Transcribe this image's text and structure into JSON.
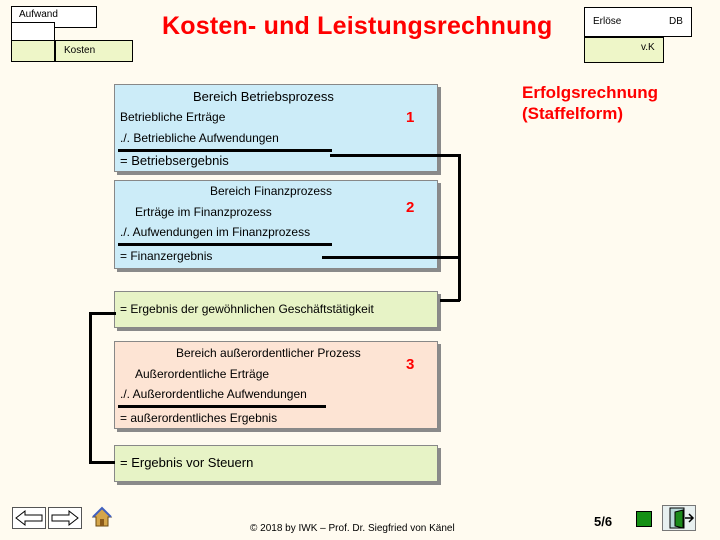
{
  "header": {
    "title": "Kosten- und Leistungsrechnung",
    "nav": {
      "aufwand": "Aufwand",
      "kosten": "Kosten",
      "erloese": "Erlöse",
      "db": "DB",
      "vk": "v.K"
    }
  },
  "side_heading": {
    "line1": "Erfolgsrechnung",
    "line2": "(Staffelform)"
  },
  "sections": {
    "betrieb": {
      "heading": "Bereich Betriebsprozess",
      "ertraege": "Betriebliche Erträge",
      "number": "1",
      "aufwendungen": "./. Betriebliche Aufwendungen",
      "ergebnis": "=  Betriebsergebnis"
    },
    "finanz": {
      "heading": "Bereich Finanzprozess",
      "ertraege": "Erträge im Finanzprozess",
      "number": "2",
      "aufwendungen": "./. Aufwendungen im Finanzprozess",
      "ergebnis": "=  Finanzergebnis"
    },
    "gewoehnlich": {
      "ergebnis": "= Ergebnis der gewöhnlichen Geschäftstätigkeit"
    },
    "ausserordentlich": {
      "heading": "Bereich außerordentlicher Prozess",
      "ertraege": "Außerordentliche Erträge",
      "number": "3",
      "aufwendungen": "./. Außerordentliche Aufwendungen",
      "ergebnis": "=  außerordentliches Ergebnis"
    },
    "steuern": {
      "ergebnis": "= Ergebnis vor Steuern"
    }
  },
  "footer": {
    "copyright": "© 2018 by IWK – Prof. Dr. Siegfried von Känel",
    "page": "5/6",
    "icons": [
      "arrow-left-icon",
      "arrow-right-icon",
      "home-icon",
      "exit-icon"
    ]
  },
  "colors": {
    "title": "#ff0000",
    "blue_box": "#ccecf8",
    "green_box": "#e7f3c6",
    "peach_box": "#fde4d4",
    "background": "#fffbf0"
  }
}
